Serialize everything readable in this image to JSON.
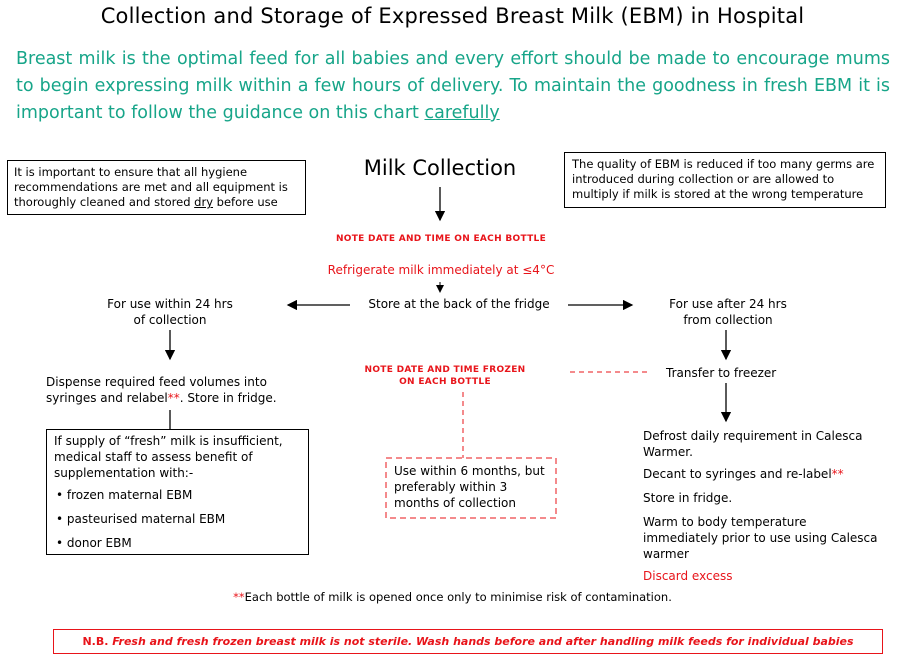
{
  "title": "Collection and Storage of Expressed Breast Milk (EBM) in Hospital",
  "intro": {
    "text": "Breast milk is the optimal feed for all babies and every effort should be made to encourage mums to begin expressing milk within a few hours of delivery. To maintain the goodness in fresh EBM it is important to follow the guidance on this chart ",
    "emphasis": "carefully"
  },
  "hygiene_note": {
    "text_before": "It is important to ensure that all hygiene recommendations are met and all equipment is thoroughly cleaned and stored ",
    "underlined": "dry",
    "text_after": " before use"
  },
  "quality_note": "The quality of EBM is reduced if too many germs are introduced during collection or are allowed to multiply if milk is stored at the wrong temperature",
  "milk_collection": "Milk Collection",
  "note_date_time": "NOTE DATE AND TIME ON EACH BOTTLE",
  "refrigerate": "Refrigerate milk immediately at  ≤4°C",
  "store_back": "Store at the back of the fridge",
  "use_within_24": "For use within 24 hrs of collection",
  "use_after_24": "For use after 24 hrs from collection",
  "dispense": {
    "text_before": "Dispense required feed volumes into syringes and relabel",
    "asterisks": "**",
    "text_after": ". Store in fridge."
  },
  "note_frozen": "NOTE DATE AND TIME FROZEN ON EACH BOTTLE",
  "transfer_freezer": "Transfer to freezer",
  "supply_box": {
    "intro": "If supply of “fresh” milk is insufficient, medical staff to assess benefit of supplementation with:-",
    "bullets": [
      "• frozen maternal EBM",
      "• pasteurised maternal EBM",
      "• donor EBM"
    ]
  },
  "use_within_6": "Use within 6 months, but preferably within 3 months of collection",
  "freezer_steps": {
    "defrost": "Defrost daily requirement in Calesca Warmer.",
    "decant_text": "Decant to syringes and re-label",
    "decant_asterisks": "**",
    "store": "Store in fridge.",
    "warm": "Warm to body temperature immediately prior to use using Calesca warmer",
    "discard": "Discard excess"
  },
  "footnote": {
    "asterisks": "**",
    "text": "Each bottle of milk is opened once only to minimise risk of contamination."
  },
  "nb": {
    "lead": "N.B. ",
    "text": "Fresh and fresh frozen breast milk is not sterile. Wash hands before and after handling milk feeds for individual babies"
  },
  "colors": {
    "teal": "#17a589",
    "red": "#e8141a",
    "black": "#000000"
  }
}
